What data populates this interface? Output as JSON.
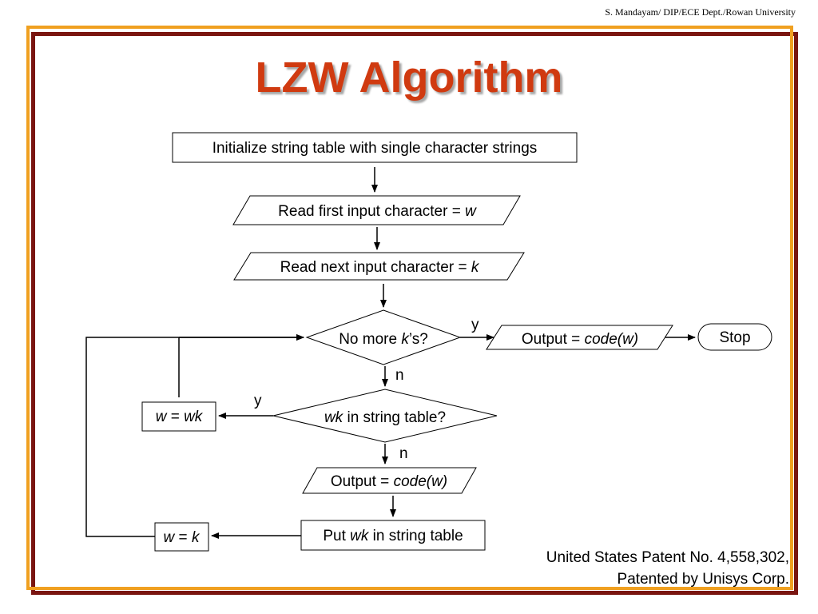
{
  "header": {
    "credit": "S. Mandayam/ DIP/ECE Dept./Rowan University"
  },
  "title": "LZW Algorithm",
  "flowchart": {
    "init": "Initialize string table with single character strings",
    "read_first": {
      "text": "Read first input character = ",
      "var": "w"
    },
    "read_next": {
      "text": "Read next input character = ",
      "var": "k"
    },
    "decision_more": {
      "pre": "No more ",
      "var": "k",
      "post": "’s?"
    },
    "output_end": {
      "text": "Output = ",
      "var": "code(w)"
    },
    "stop": "Stop",
    "decision_wk": {
      "var": "wk",
      "post": " in string table?"
    },
    "assign_wk": {
      "a": "w",
      "eq": " = ",
      "b": "wk"
    },
    "output_mid": {
      "text": "Output = ",
      "var": "code(w)"
    },
    "put_wk": {
      "pre": "Put ",
      "var": "wk",
      "post": " in string table"
    },
    "assign_k": {
      "a": "w",
      "eq": " = ",
      "b": "k"
    },
    "label_y1": "y",
    "label_n1": "n",
    "label_y2": "y",
    "label_n2": "n"
  },
  "footnote": {
    "line1": "United States Patent No. 4,558,302,",
    "line2": "Patented by Unisys Corp."
  }
}
